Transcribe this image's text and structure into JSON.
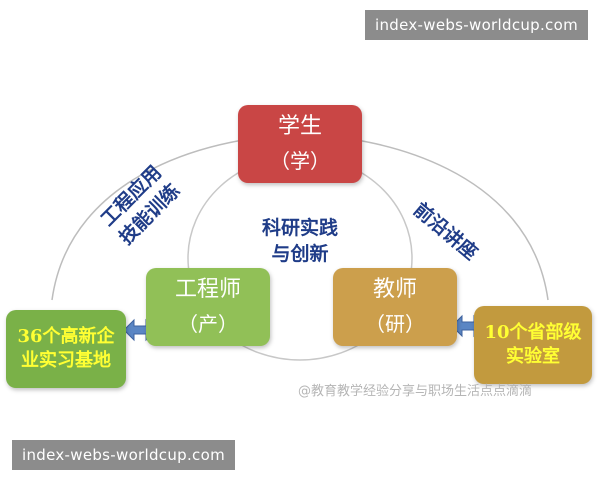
{
  "watermark": {
    "top": "index-webs-worldcup.com",
    "bottom": "index-webs-worldcup.com"
  },
  "nodes": {
    "student": {
      "title": "学生",
      "role": "（学）"
    },
    "engineer": {
      "title": "工程师",
      "role": "（产）"
    },
    "teacher": {
      "title": "教师",
      "role": "（研）"
    }
  },
  "edge_labels": {
    "left": [
      "工程应用",
      "技能训练"
    ],
    "center": [
      "科研实践",
      "与创新"
    ],
    "right": "前沿讲座"
  },
  "side_boxes": {
    "enterprise": [
      "36个高新企",
      "业实习基地"
    ],
    "lab": [
      "10个省部级",
      "实验室"
    ]
  },
  "credit": "@教育教学经验分享与职场生活点点滴滴",
  "colors": {
    "student": "#c94645",
    "engineer": "#91c057",
    "teacher": "#cc9f4c",
    "label_text": "#1f3c88",
    "side_text": "#ffff33",
    "arrow": "#5b86c4"
  }
}
